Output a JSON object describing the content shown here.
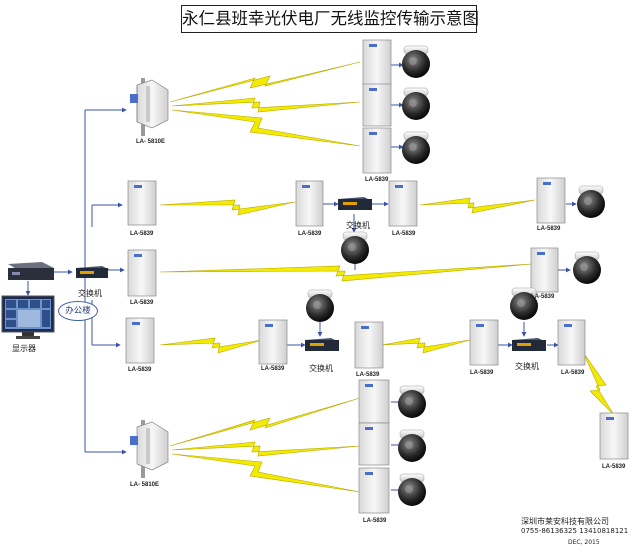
{
  "title": "永仁县班幸光伏电厂无线监控传输示意图",
  "labels": {
    "display": "显示器",
    "office": "办公楼",
    "switch": "交换机",
    "la5810e": "LA- 5810E",
    "la5839": "LA-5839",
    "company": "深圳市莱安科技有限公司",
    "phone": "0755-86136325  13410818121",
    "date": "DEC, 2015"
  },
  "colors": {
    "link_line": "#3953a8",
    "wireless_bolt": "#f2ea00",
    "bolt_outline": "#b8a800",
    "antenna_face": "#eeeeee",
    "switch_body": "#222a3a"
  }
}
